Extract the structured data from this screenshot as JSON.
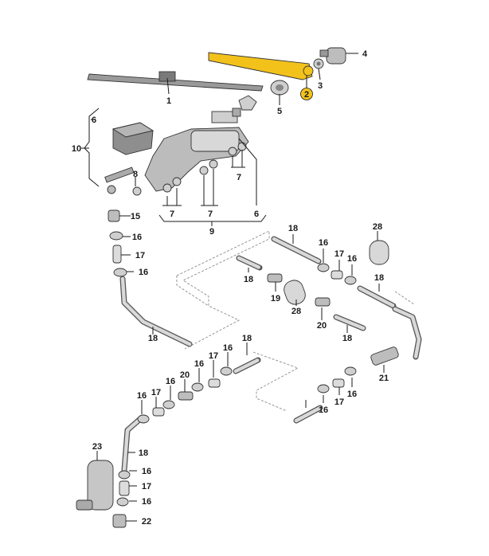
{
  "colors": {
    "highlight": "#f2c21b",
    "part_fill": "#cfcfcf",
    "line": "#1a1a1a",
    "dashed_outline": "#8a8a8a"
  },
  "callouts": {
    "c1": "1",
    "c2": "2",
    "c3": "3",
    "c4": "4",
    "c5": "5",
    "c6_top": "6",
    "c6_low": "6",
    "c7_a": "7",
    "c7_b": "7",
    "c7_c": "7",
    "c8": "8",
    "c9": "9",
    "c10": "10",
    "c15": "15",
    "c16_a": "16",
    "c17_a": "17",
    "c16_b": "16",
    "c18_a": "18",
    "c18_b": "18",
    "c16_c": "16",
    "c17_b": "17",
    "c16_d": "16",
    "c28_a": "28",
    "c18_c": "18",
    "c18_d": "18",
    "c19": "19",
    "c28_b": "28",
    "c20_a": "20",
    "c18_e": "18",
    "c18_f": "18",
    "c16_e": "16",
    "c17_c": "17",
    "c16_f": "16",
    "c16_g": "16",
    "c20_b": "20",
    "c17_d": "17",
    "c16_h": "16",
    "c21": "21",
    "c16_i": "16",
    "c17_e": "17",
    "c16_j": "16",
    "c23": "23",
    "c18_g": "18",
    "c16_k": "16",
    "c17_f": "17",
    "c16_l": "16",
    "c22": "22"
  }
}
